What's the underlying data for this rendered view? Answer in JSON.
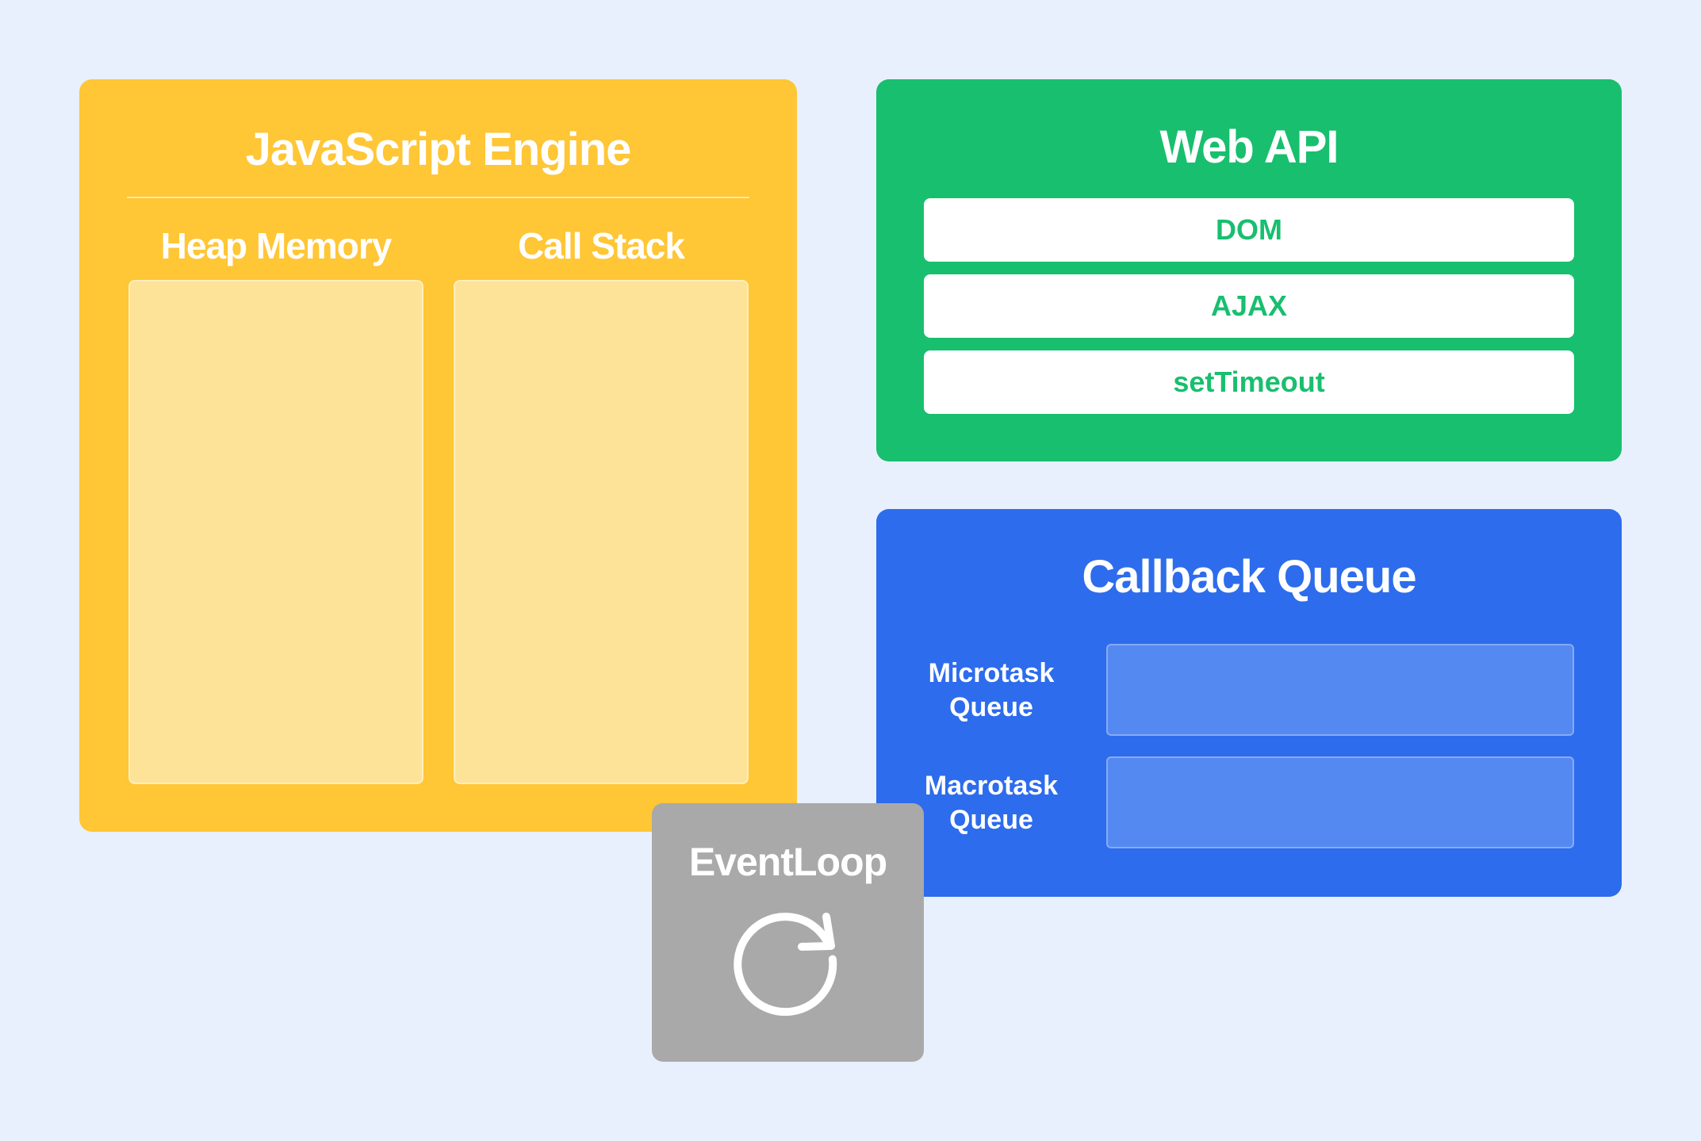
{
  "engine": {
    "title": "JavaScript Engine",
    "heap_label": "Heap Memory",
    "stack_label": "Call Stack",
    "color": "#ffc635"
  },
  "web_api": {
    "title": "Web API",
    "items": [
      "DOM",
      "AJAX",
      "setTimeout"
    ],
    "color": "#18bf6e"
  },
  "callback_queue": {
    "title": "Callback Queue",
    "microtask_label": [
      "Microtask",
      "Queue"
    ],
    "macrotask_label": [
      "Macrotask",
      "Queue"
    ],
    "color": "#2d6cec"
  },
  "event_loop": {
    "title": "EventLoop",
    "icon": "refresh-icon",
    "color": "#a9a9a9"
  }
}
